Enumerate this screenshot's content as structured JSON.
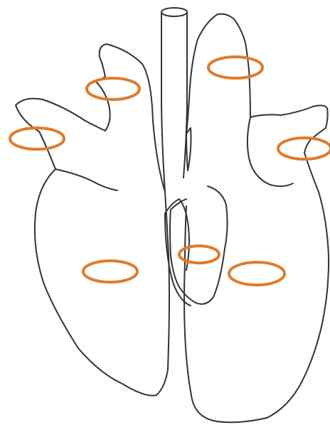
{
  "figure": {
    "kind": "line drawing",
    "background_color": "#ffffff",
    "outline_color": "#333333",
    "marker_color": "#e07b2a",
    "highlight_fill": "#e8222f",
    "markers": [
      {
        "name": "marker-upper-left-lobe",
        "style": "open-ring"
      },
      {
        "name": "marker-far-left-lobe",
        "style": "open-ring"
      },
      {
        "name": "marker-upper-right-lobe",
        "style": "open-ring"
      },
      {
        "name": "marker-far-right-lobe",
        "style": "open-ring"
      },
      {
        "name": "marker-lower-left-lobe",
        "style": "open-ring"
      },
      {
        "name": "marker-lower-right-lobe",
        "style": "open-ring"
      },
      {
        "name": "marker-central-lobe",
        "style": "dotted-fill"
      }
    ]
  }
}
